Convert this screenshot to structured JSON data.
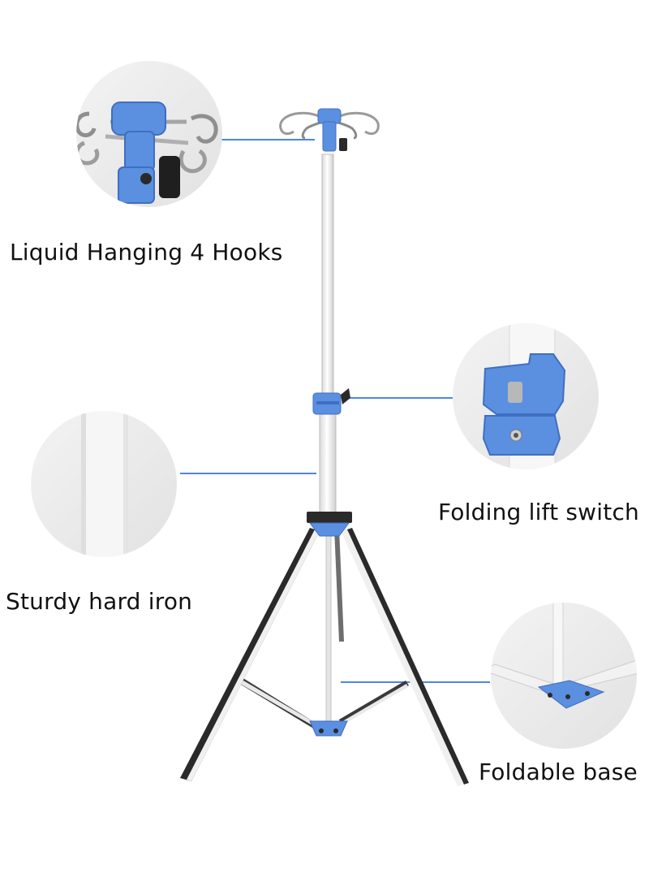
{
  "labels": {
    "hooks": "Liquid Hanging 4 Hooks",
    "switch": "Folding lift switch",
    "iron": "Sturdy hard iron",
    "base": "Foldable base"
  },
  "colors": {
    "accent_blue": "#5b8fe0",
    "pole_white": "#f2f2f2",
    "leg_dark": "#2a2a2a",
    "callout_line": "#4a86e8",
    "circle_bg": "#ececec"
  }
}
